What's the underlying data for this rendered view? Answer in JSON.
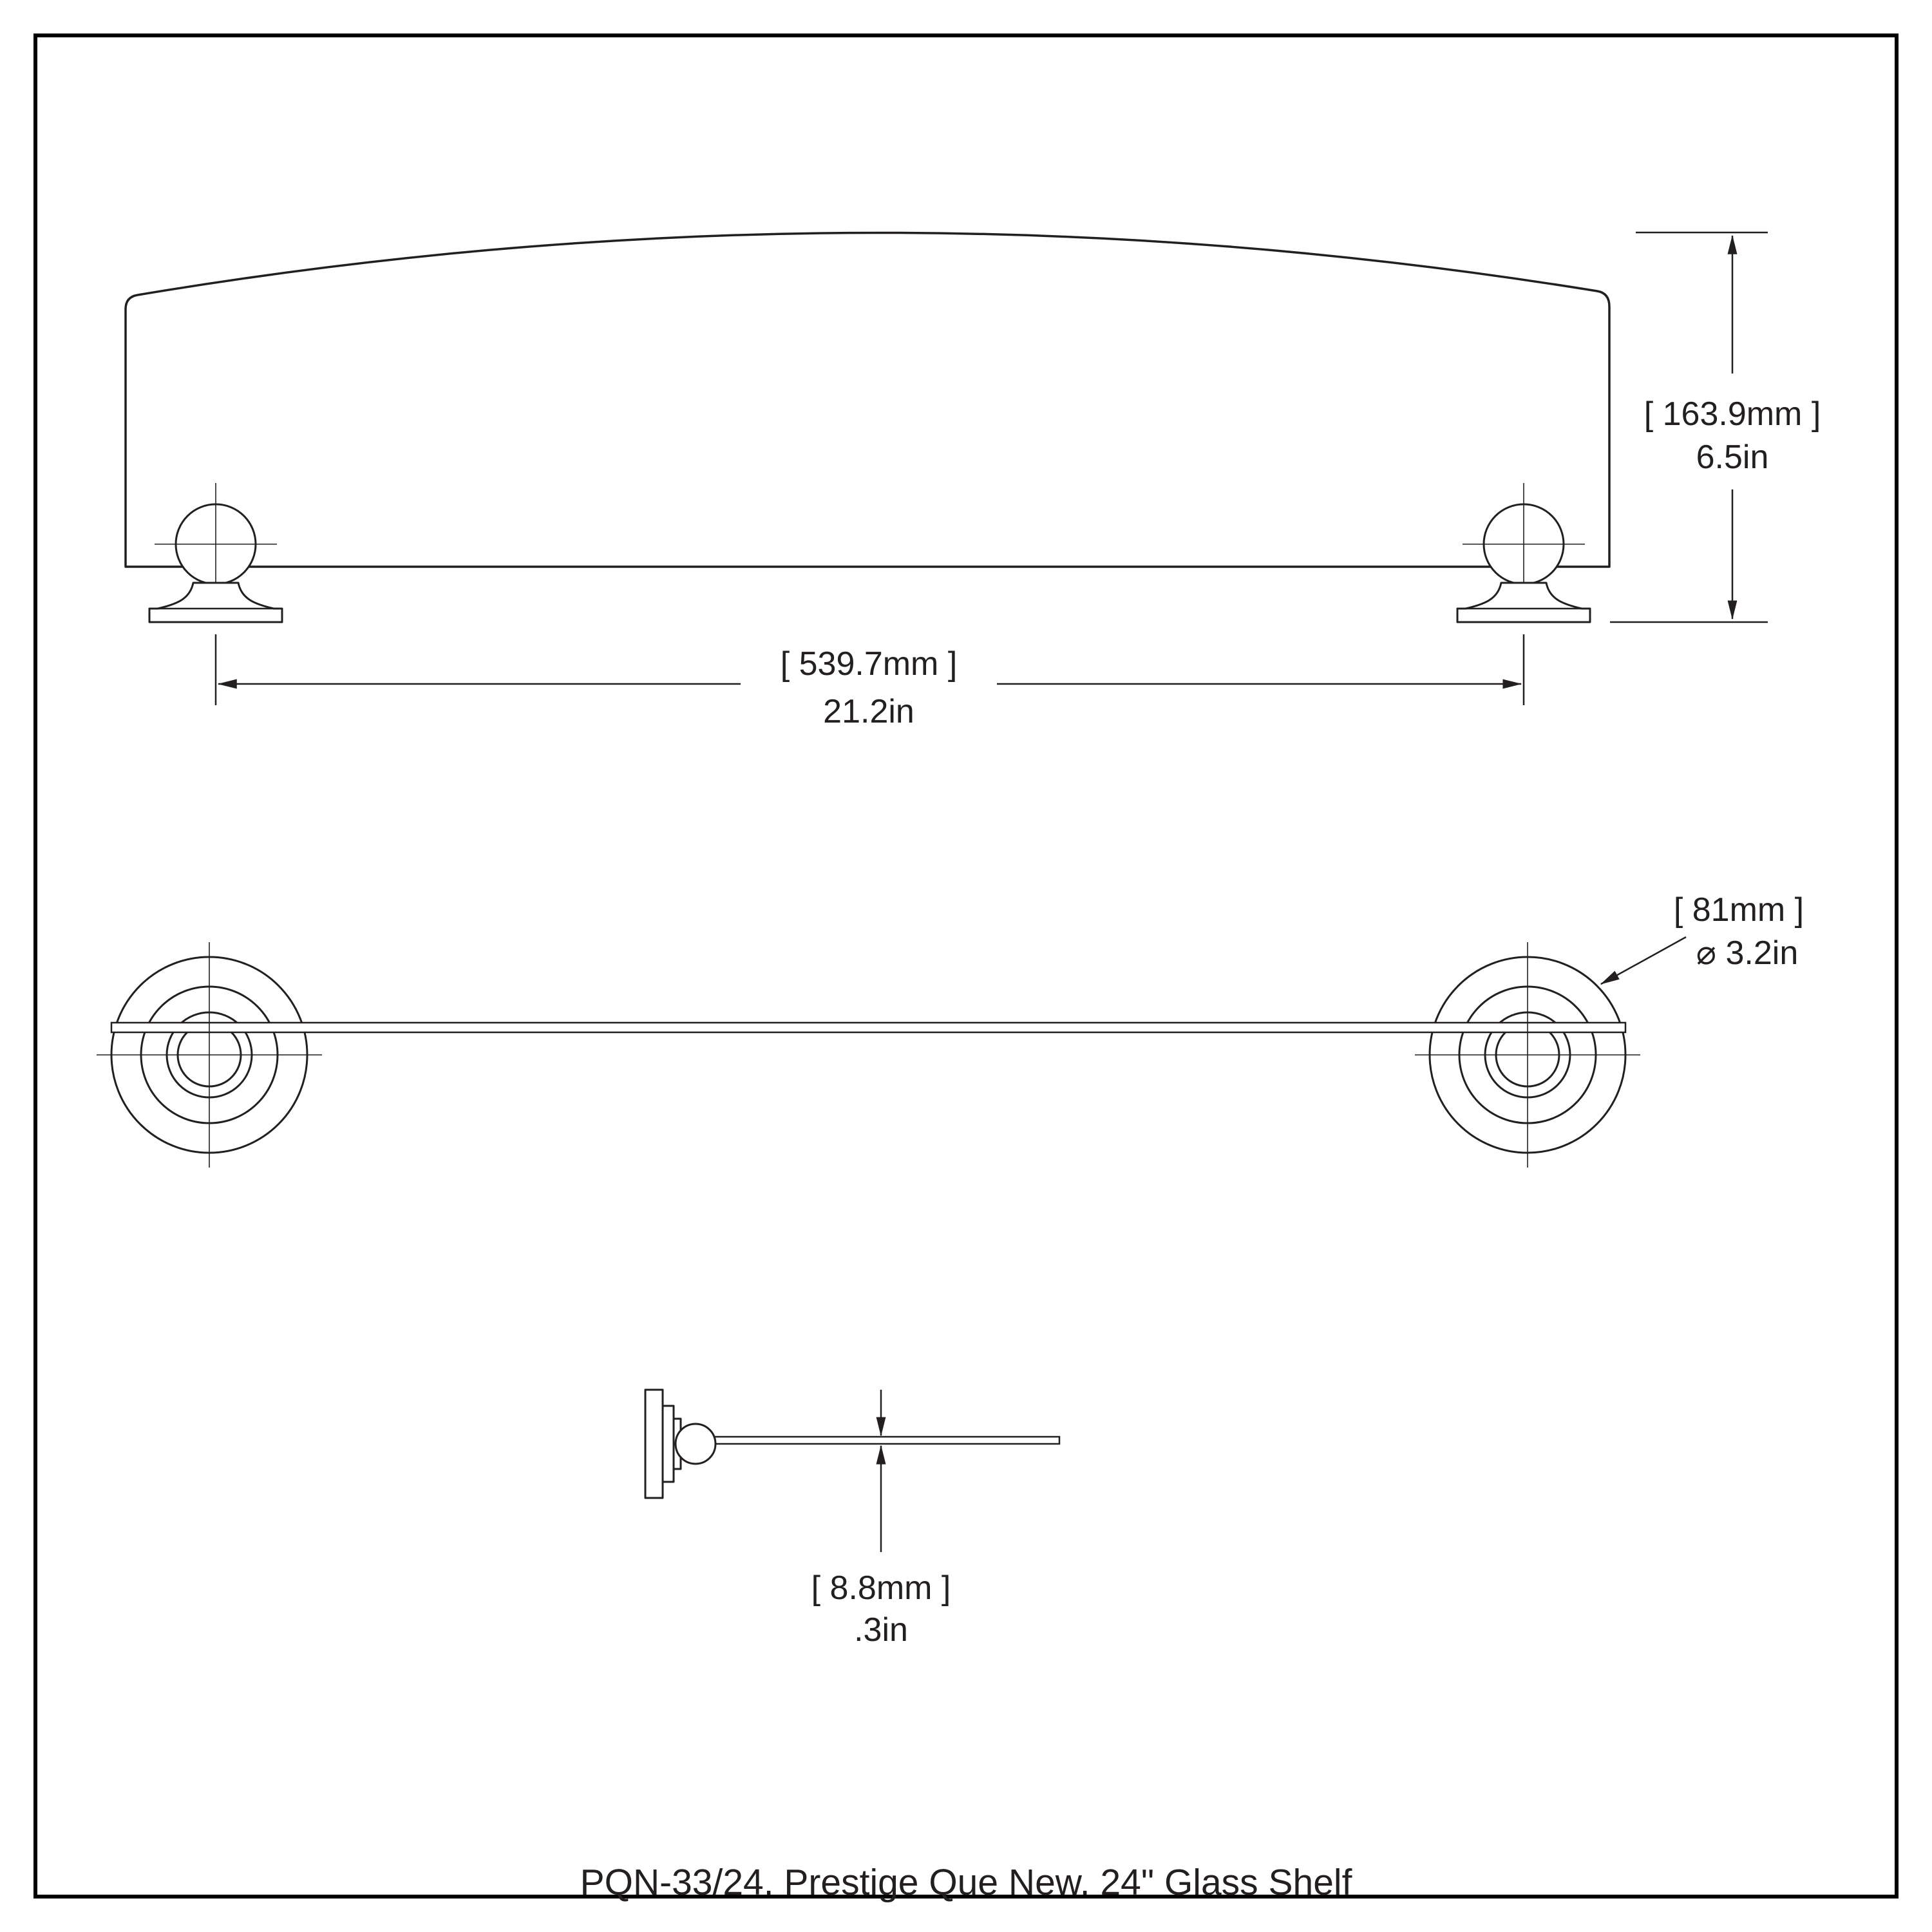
{
  "drawing": {
    "caption": "PQN-33/24. Prestige Que New. 24\" Glass Shelf",
    "line_color": "#231f20",
    "background_color": "#ffffff",
    "views": [
      {
        "name": "front-elevation",
        "description": "arched glass shelf on two ball mounts"
      },
      {
        "name": "top-plan",
        "description": "two round wall flanges joined by glass edge"
      },
      {
        "name": "side-profile",
        "description": "wall flange, ball joint and glass thickness"
      }
    ],
    "dimensions": {
      "shelf_height": {
        "metric": "[ 163.9mm ]",
        "imperial": "6.5in"
      },
      "mount_spacing": {
        "metric": "[ 539.7mm ]",
        "imperial": "21.2in"
      },
      "flange_diameter": {
        "metric": "[ 81mm ]",
        "imperial": "⌀ 3.2in"
      },
      "glass_thickness": {
        "metric": "[ 8.8mm ]",
        "imperial": ".3in"
      }
    }
  }
}
